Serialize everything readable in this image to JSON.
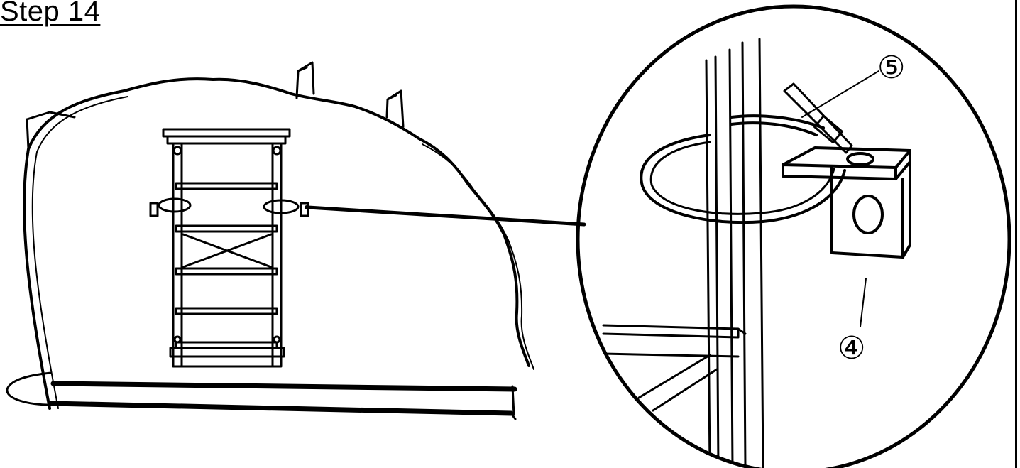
{
  "step_title": "Step 14",
  "callouts": {
    "part_five": "⑤",
    "part_four": "④"
  },
  "colors": {
    "line": "#000000",
    "background": "#ffffff"
  }
}
